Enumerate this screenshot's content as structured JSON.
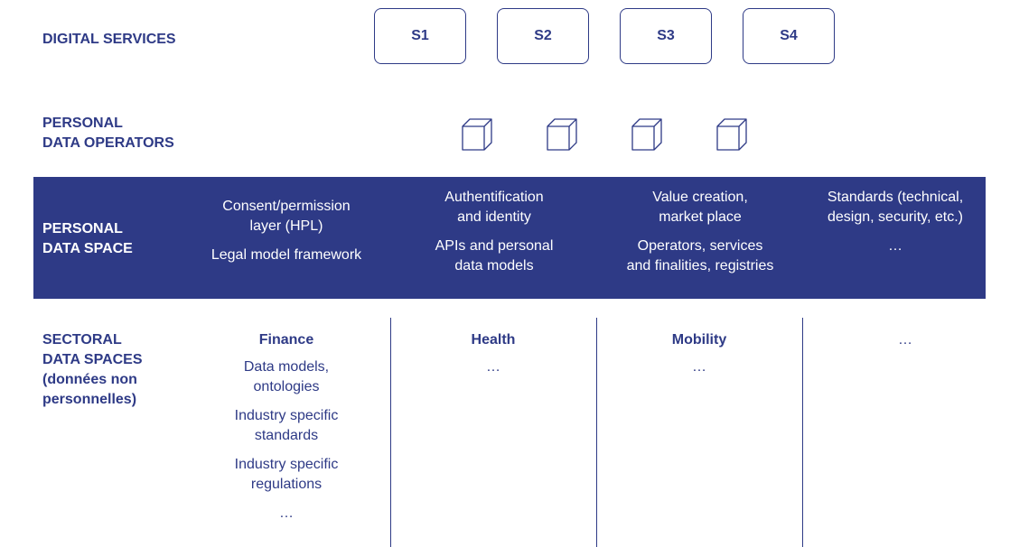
{
  "rows": {
    "digital_services": {
      "line1": "DIGITAL SERVICES"
    },
    "personal_data_operators": {
      "line1": "PERSONAL",
      "line2": "DATA OPERATORS"
    },
    "personal_data_space": {
      "line1": "PERSONAL",
      "line2": "DATA SPACE"
    },
    "sectoral_data_spaces": {
      "line1": "SECTORAL",
      "line2": "DATA SPACES",
      "line3": "(données non",
      "line4": "personnelles)"
    }
  },
  "services": [
    "S1",
    "S2",
    "S3",
    "S4"
  ],
  "operators": [
    "cube-icon",
    "cube-icon",
    "cube-icon",
    "cube-icon"
  ],
  "personal_data_space": {
    "columns": [
      {
        "a": "Consent/permission",
        "b": "layer (HPL)",
        "c": "Legal model framework",
        "d": ""
      },
      {
        "a": "Authentification",
        "b": "and identity",
        "c": "APIs and personal",
        "d": "data models"
      },
      {
        "a": "Value creation,",
        "b": "market place",
        "c": "Operators, services",
        "d": "and finalities, registries"
      },
      {
        "a": "Standards (technical,",
        "b": "design, security, etc.)",
        "c": "…",
        "d": ""
      }
    ]
  },
  "sectors": {
    "finance": {
      "name": "Finance",
      "items": [
        "Data models,",
        "ontologies",
        "Industry specific",
        "standards",
        "Industry specific",
        "regulations",
        "…"
      ]
    },
    "health": {
      "name": "Health",
      "items": [
        "…"
      ]
    },
    "mobility": {
      "name": "Mobility",
      "items": [
        "…"
      ]
    },
    "other": {
      "name": "…"
    }
  },
  "colors": {
    "primary": "#2e3a86",
    "band_text": "#ffffff"
  }
}
